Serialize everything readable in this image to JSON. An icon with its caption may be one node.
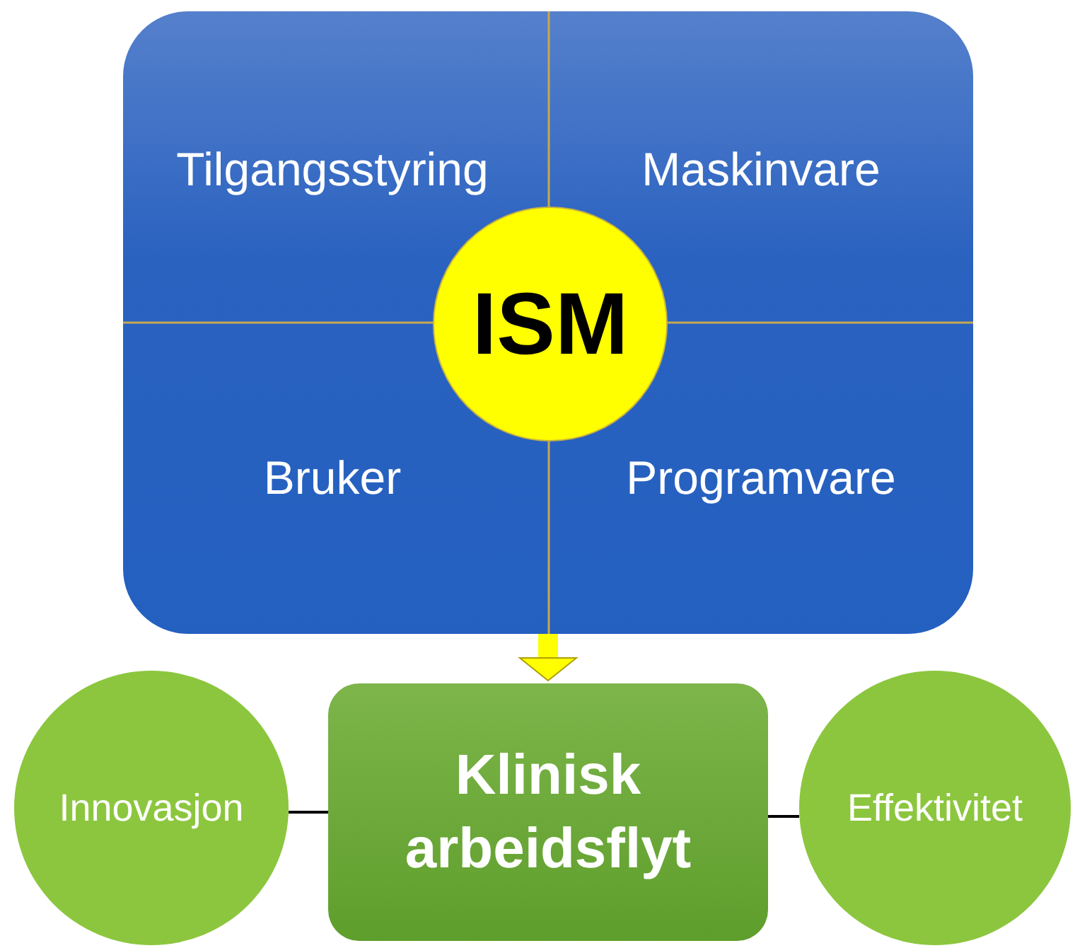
{
  "diagram": {
    "nodes": [
      {
        "text": [
          "Tilgangsstyring",
          "Maskinvare",
          "Bruker",
          "Programvare"
        ]
      },
      {
        "text": [
          "ISM"
        ],
        "in": 0
      },
      {
        "text": [
          "Innovasjon"
        ]
      },
      {
        "text": [
          "Klinisk arbeidsflyt"
        ]
      },
      {
        "text": [
          "Effektivitet"
        ]
      }
    ],
    "edges": [
      {
        "from": 0,
        "to": 3,
        "arrow": "to",
        "style": "thick",
        "color": "#ffff00"
      },
      {
        "from": 2,
        "to": 3,
        "arrow": "none"
      },
      {
        "from": 3,
        "to": 4,
        "arrow": "none"
      }
    ]
  }
}
